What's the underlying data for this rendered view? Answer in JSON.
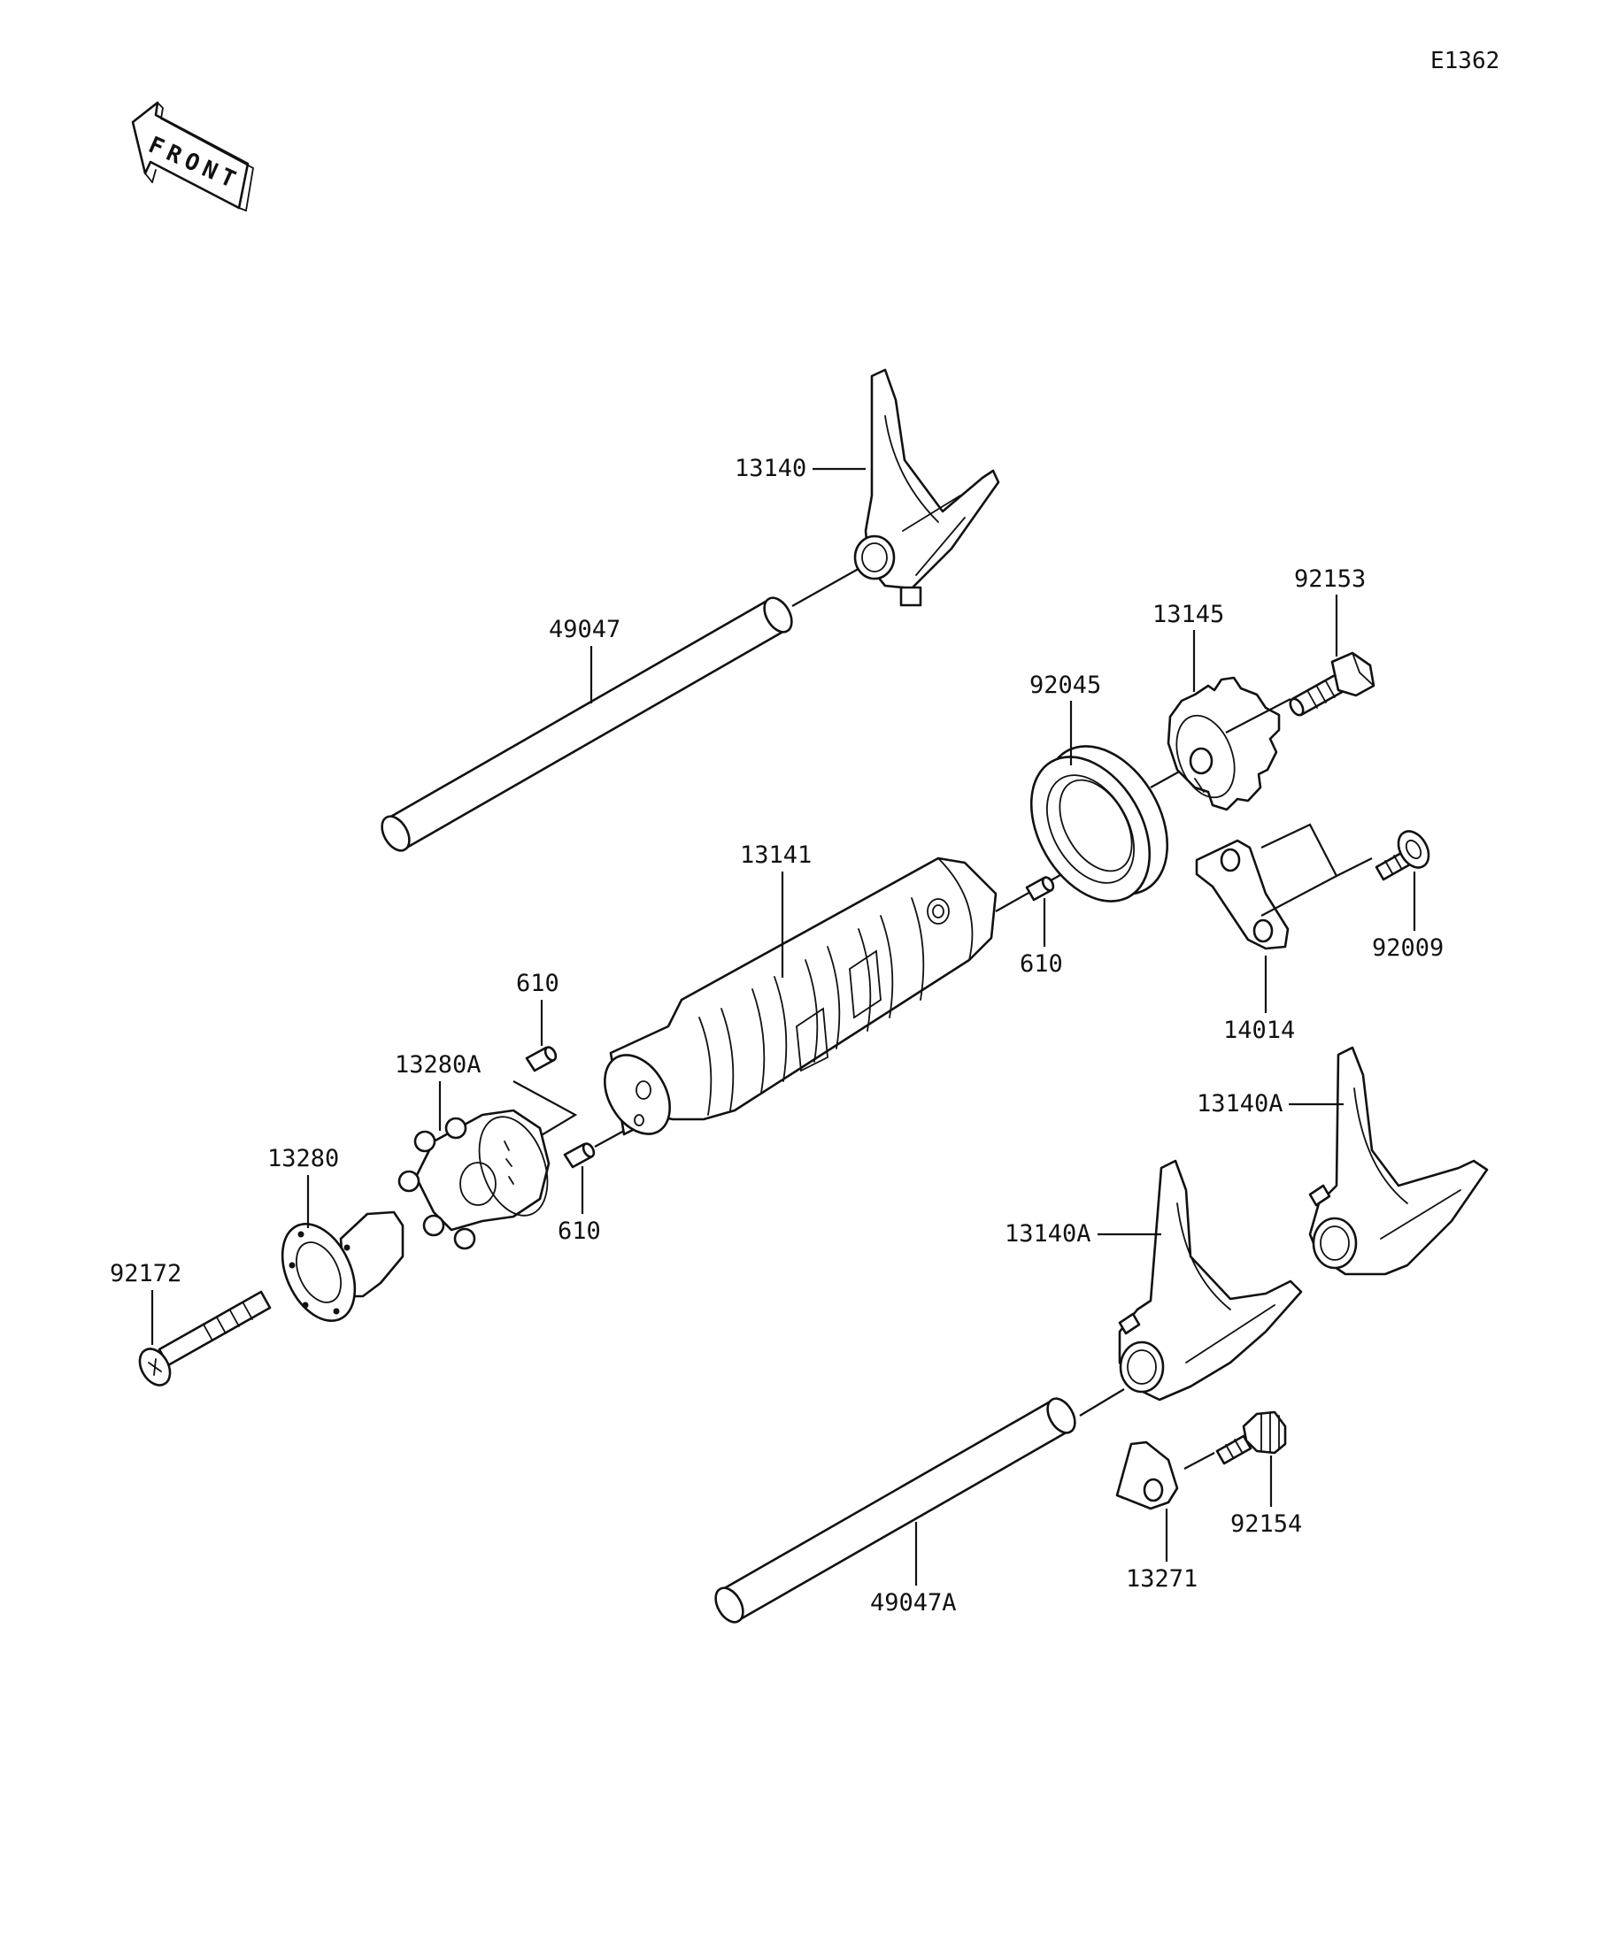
{
  "diagram_code": "E1362",
  "direction_arrow": {
    "label": "FRONT",
    "icon": "front-direction-arrow-icon"
  },
  "callouts": {
    "fork_top": "13140",
    "shaft_top": "49047",
    "shift_drum": "13141",
    "bearing": "92045",
    "holder_star": "13145",
    "bolt_holder": "92153",
    "screw_plate": "92009",
    "plate": "14014",
    "pin_right": "610",
    "pin_upper_left": "610",
    "pin_lower_left": "610",
    "pin_holder": "13280A",
    "drum_pin_holder": "13280",
    "screw_long": "92172",
    "fork_right": "13140A",
    "fork_lower": "13140A",
    "shaft_bottom": "49047A",
    "stopper_plate": "13271",
    "bolt_stopper": "92154"
  }
}
